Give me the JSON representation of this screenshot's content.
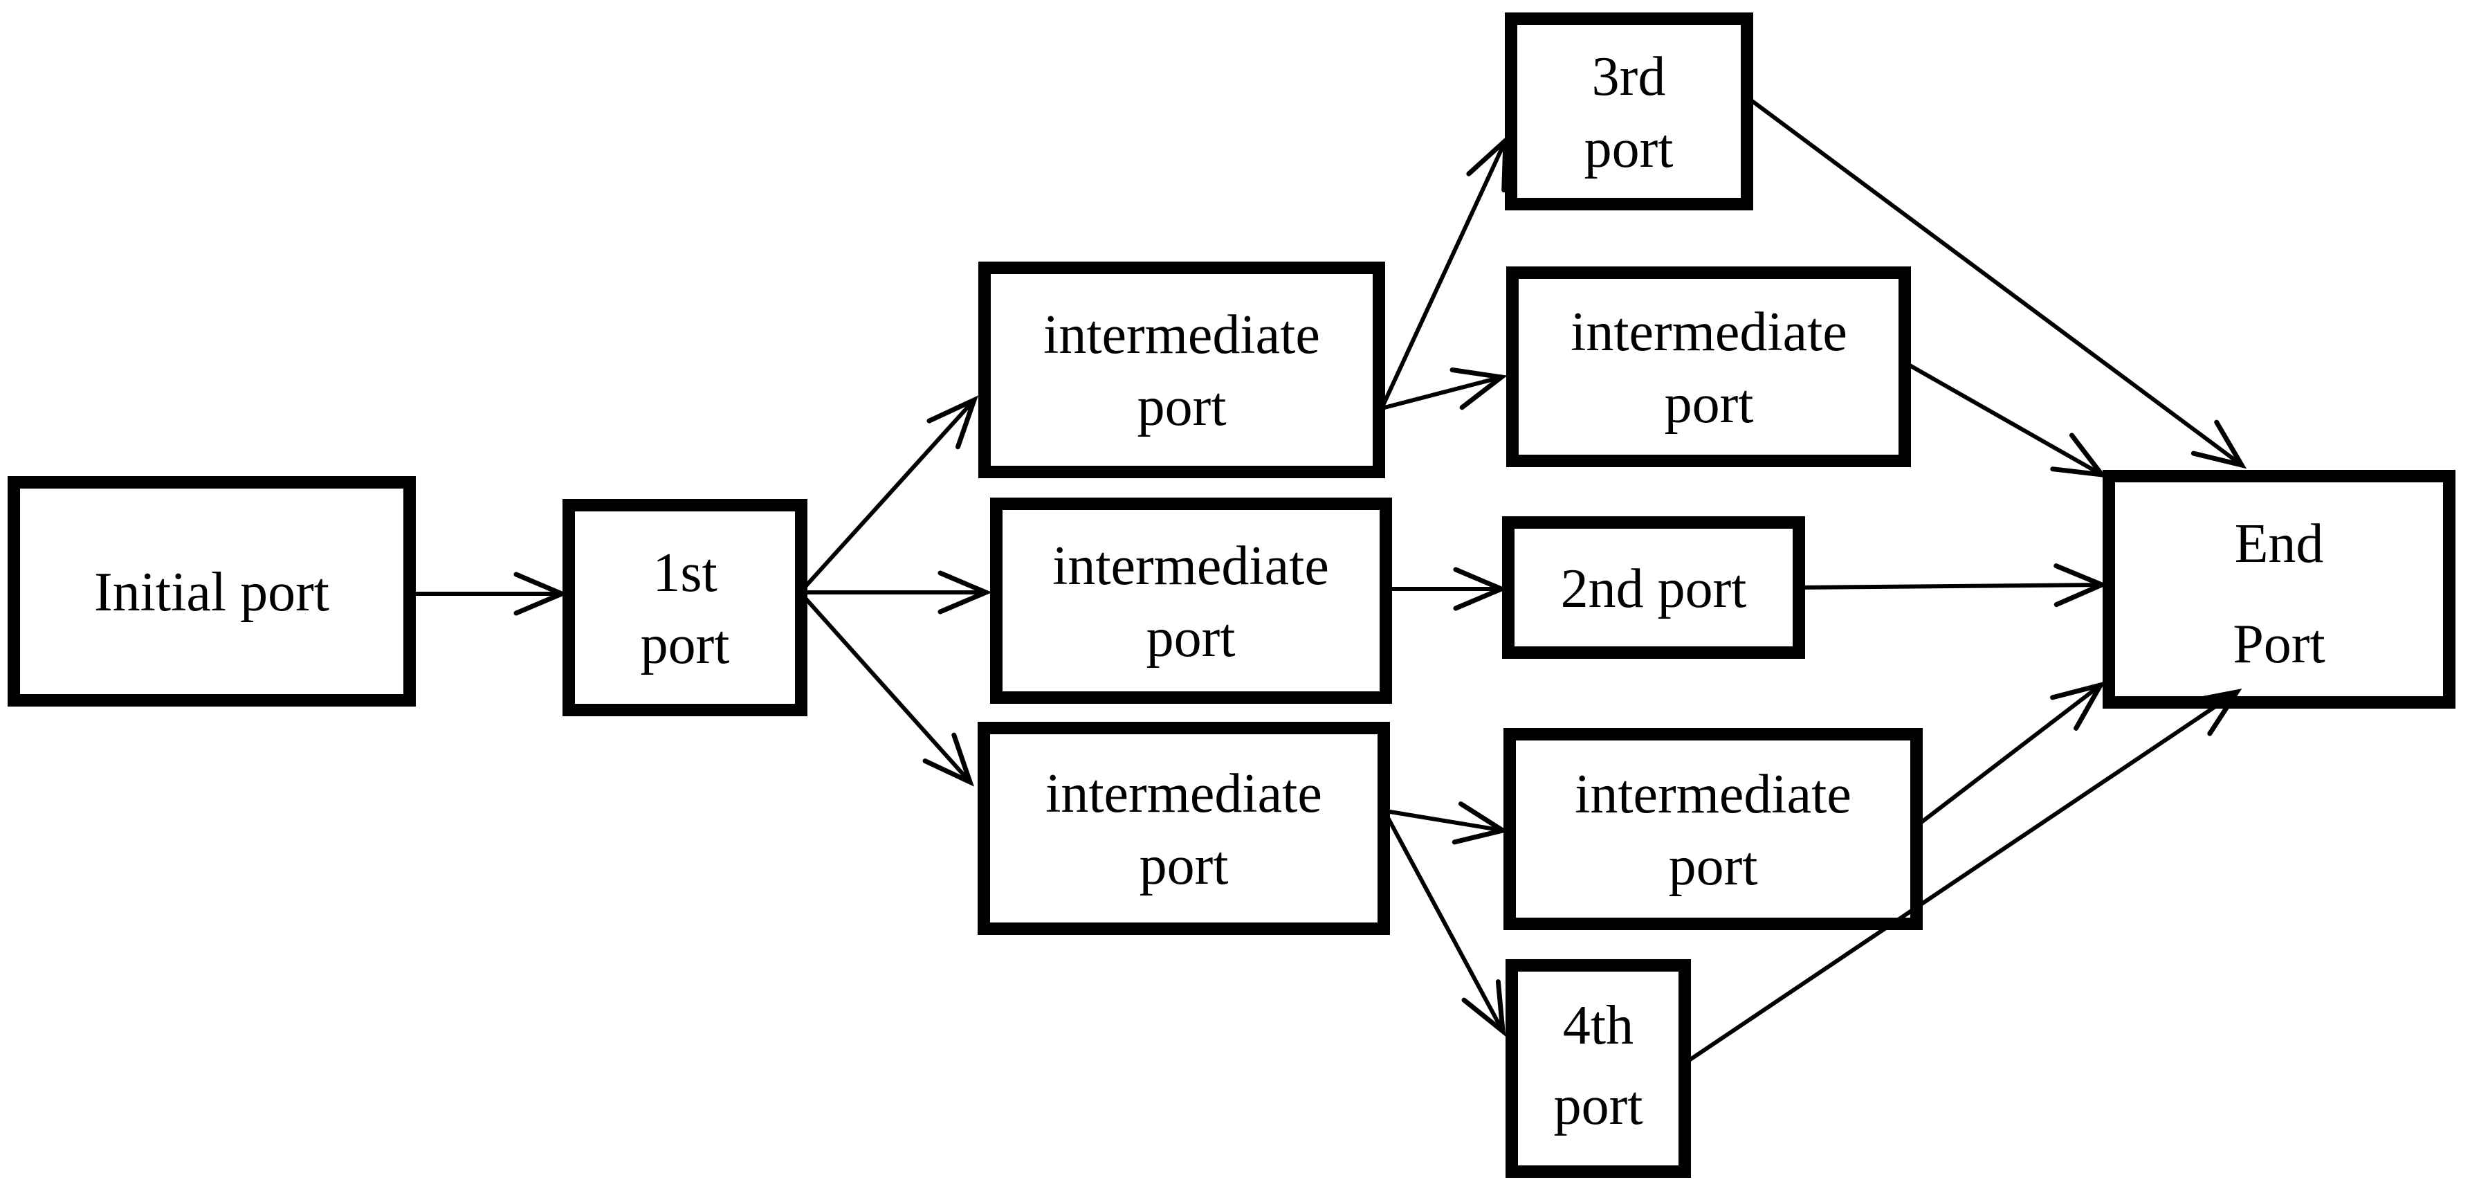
{
  "figure": {
    "description": "Flow diagram of a shipping route: an initial port fans out through intermediate ports and numbered ports, all converging on an end port",
    "background_color": "#ffffff",
    "line_color": "#000000",
    "box_fill_color": "#ffffff",
    "nodes": [
      {
        "id": "initial-port",
        "line1": "Initial port"
      },
      {
        "id": "first-port",
        "line1": "1st",
        "line2": "port"
      },
      {
        "id": "intermediate-a",
        "line1": "intermediate",
        "line2": "port"
      },
      {
        "id": "third-port",
        "line1": "3rd",
        "line2": "port"
      },
      {
        "id": "intermediate-b",
        "line1": "intermediate",
        "line2": "port"
      },
      {
        "id": "intermediate-c",
        "line1": "intermediate",
        "line2": "port"
      },
      {
        "id": "second-port",
        "line1": "2nd port"
      },
      {
        "id": "intermediate-d",
        "line1": "intermediate",
        "line2": "port"
      },
      {
        "id": "intermediate-e",
        "line1": "intermediate",
        "line2": "port"
      },
      {
        "id": "fourth-port",
        "line1": "4th",
        "line2": "port"
      },
      {
        "id": "end-port",
        "line1": "End",
        "line2": "Port"
      }
    ],
    "edges": [
      {
        "from": "initial-port",
        "to": "first-port"
      },
      {
        "from": "first-port",
        "to": "intermediate-a"
      },
      {
        "from": "first-port",
        "to": "intermediate-c"
      },
      {
        "from": "first-port",
        "to": "intermediate-d"
      },
      {
        "from": "intermediate-a",
        "to": "third-port"
      },
      {
        "from": "intermediate-a",
        "to": "intermediate-b"
      },
      {
        "from": "third-port",
        "to": "end-port"
      },
      {
        "from": "intermediate-b",
        "to": "end-port"
      },
      {
        "from": "intermediate-c",
        "to": "second-port"
      },
      {
        "from": "second-port",
        "to": "end-port"
      },
      {
        "from": "intermediate-d",
        "to": "intermediate-e"
      },
      {
        "from": "intermediate-d",
        "to": "fourth-port"
      },
      {
        "from": "intermediate-e",
        "to": "end-port"
      },
      {
        "from": "fourth-port",
        "to": "end-port"
      }
    ]
  }
}
